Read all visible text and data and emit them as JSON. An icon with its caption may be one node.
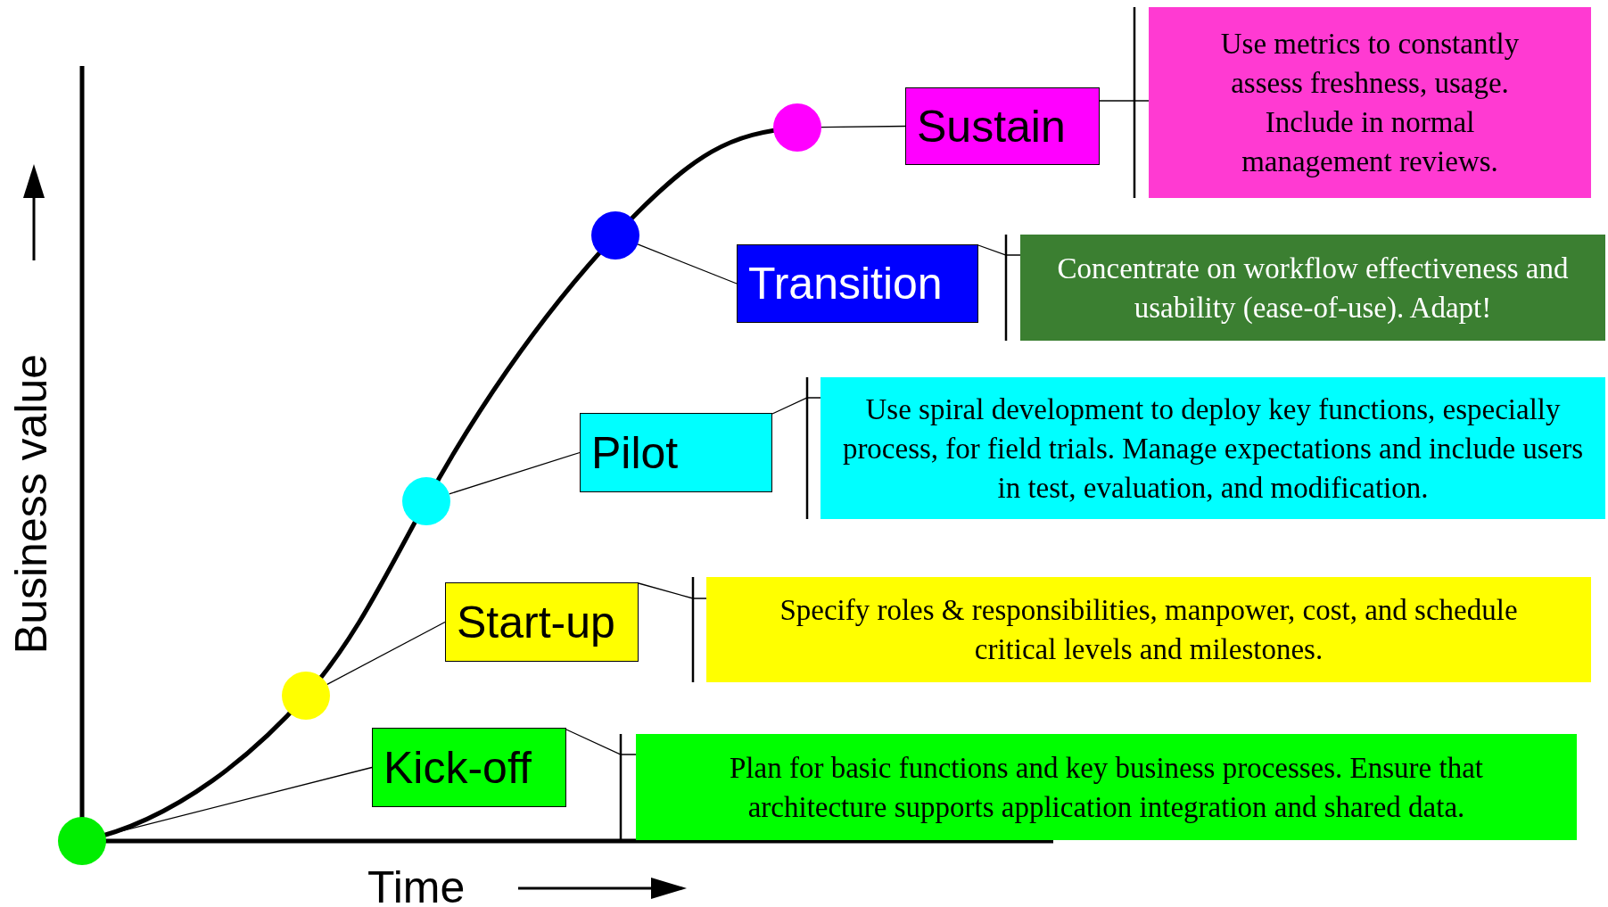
{
  "diagram": {
    "nodes": [
      {
        "text": [],
        "shape": "circle"
      },
      {
        "text": [],
        "shape": "circle"
      },
      {
        "text": [],
        "shape": "circle"
      },
      {
        "text": [],
        "shape": "circle"
      },
      {
        "text": [],
        "shape": "circle"
      },
      {
        "text": [
          "Kick-off"
        ]
      },
      {
        "text": [
          "Start-up"
        ]
      },
      {
        "text": [
          "Pilot"
        ]
      },
      {
        "text": [
          "Transition"
        ]
      },
      {
        "text": [
          "Sustain"
        ]
      },
      {
        "text": [
          "Plan for basic functions and key business processes. Ensure that architecture supports application integration and shared data."
        ]
      },
      {
        "text": [
          "Specify roles & responsibilities, manpower, cost, and schedule critical levels and milestones."
        ]
      },
      {
        "text": [
          "Use spiral development to deploy key functions, especially process, for field trials. Manage expectations and include users in test, evaluation, and modification."
        ]
      },
      {
        "text": [
          "Concentrate on workflow effectiveness and usability (ease-of-use). Adapt!"
        ]
      },
      {
        "text": [
          "Use metrics to constantly assess freshness, usage. Include in normal management reviews."
        ]
      }
    ],
    "edges": [
      {
        "from": 0,
        "to": 5,
        "arrow": "none"
      },
      {
        "from": 1,
        "to": 6,
        "arrow": "none"
      },
      {
        "from": 2,
        "to": 7,
        "arrow": "none"
      },
      {
        "from": 3,
        "to": 8,
        "arrow": "none"
      },
      {
        "from": 4,
        "to": 9,
        "arrow": "none"
      },
      {
        "from": 5,
        "to": 10,
        "arrow": "none"
      },
      {
        "from": 6,
        "to": 11,
        "arrow": "none"
      },
      {
        "from": 7,
        "to": 12,
        "arrow": "none"
      },
      {
        "from": 8,
        "to": 13,
        "arrow": "none"
      },
      {
        "from": 9,
        "to": 14,
        "arrow": "none"
      }
    ],
    "labels": [
      "Business value",
      "Time"
    ]
  }
}
